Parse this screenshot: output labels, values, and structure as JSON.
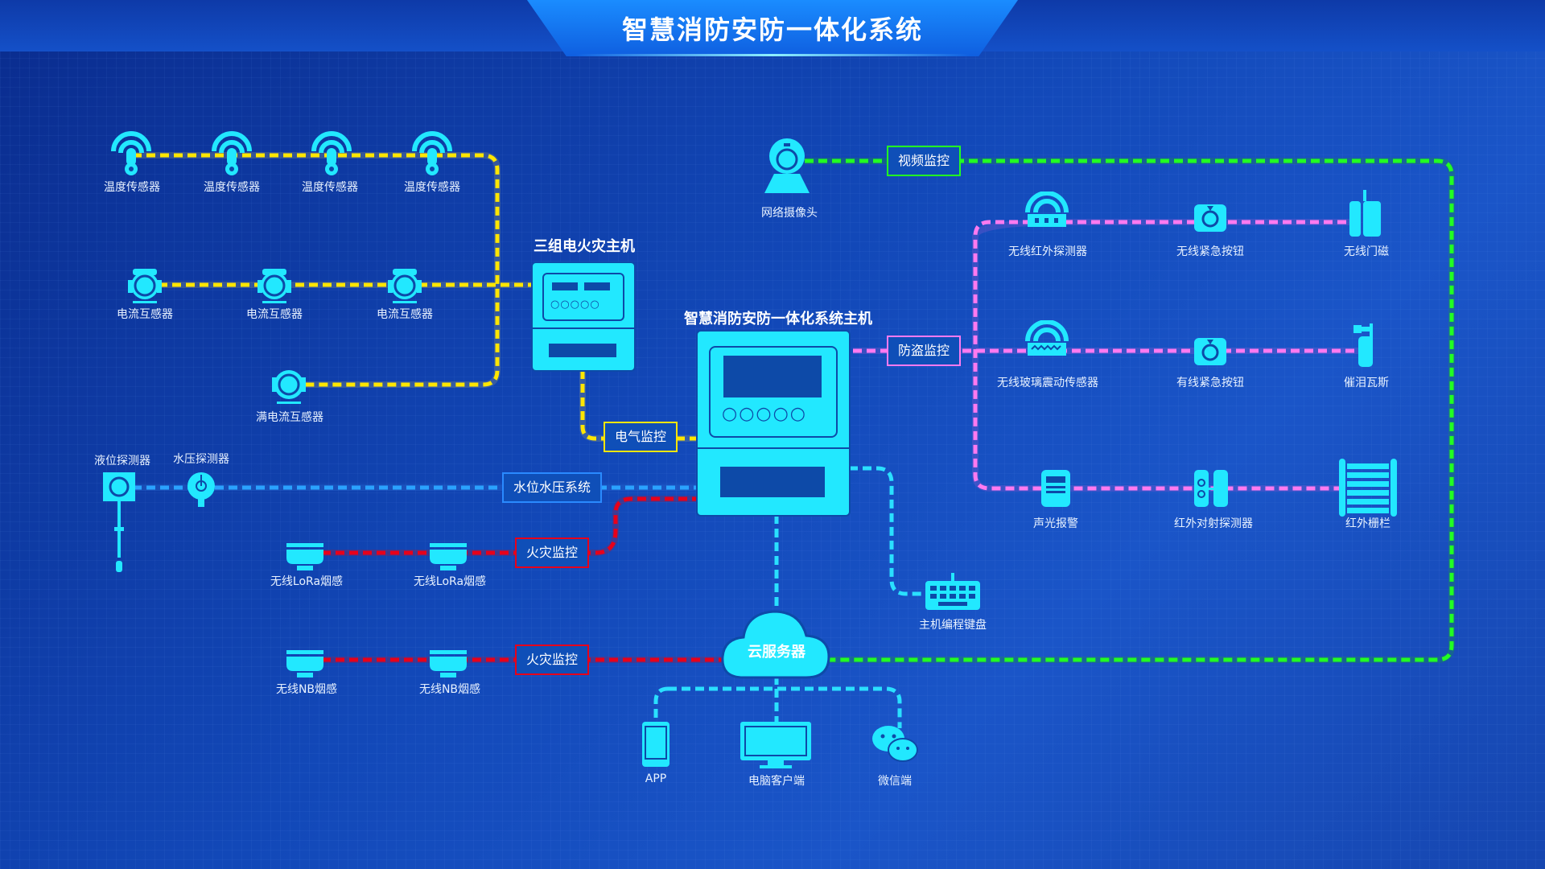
{
  "title": "智慧消防安防一体化系统",
  "colors": {
    "yellow_line": "#ffe600",
    "green_line": "#22ff22",
    "pink_line": "#ff7af0",
    "blue_line": "#2aa2ff",
    "red_line": "#e8001a",
    "cyan_device": "#22e8ff"
  },
  "hosts": {
    "electrical_host": "三组电火灾主机",
    "main_host": "智慧消防安防一体化系统主机",
    "cloud": "云服务器"
  },
  "boxes": {
    "video": "视频监控",
    "electrical": "电气监控",
    "antitheft": "防盗监控",
    "water": "水位水压系统",
    "fire1": "火灾监控",
    "fire2": "火灾监控"
  },
  "devices": {
    "temp_sensors": [
      "温度传感器",
      "温度传感器",
      "温度传感器",
      "温度传感器"
    ],
    "current_sensors": [
      "电流互感器",
      "电流互感器",
      "电流互感器"
    ],
    "full_current": "满电流互感器",
    "liquid": "液位探测器",
    "water_pressure": "水压探测器",
    "lora_smoke": [
      "无线LoRa烟感",
      "无线LoRa烟感"
    ],
    "nb_smoke": [
      "无线NB烟感",
      "无线NB烟感"
    ],
    "camera": "网络摄像头",
    "ir_detector": "无线红外探测器",
    "wireless_emergency": "无线紧急按钮",
    "door_magnet": "无线门磁",
    "glass_break": "无线玻璃震动传感器",
    "wired_emergency": "有线紧急按钮",
    "tear_gas": "催泪瓦斯",
    "alarm": "声光报警",
    "ir_beam": "红外对射探测器",
    "ir_fence": "红外栅栏",
    "keyboard": "主机编程键盘",
    "app": "APP",
    "pc_client": "电脑客户端",
    "wechat": "微信端"
  }
}
